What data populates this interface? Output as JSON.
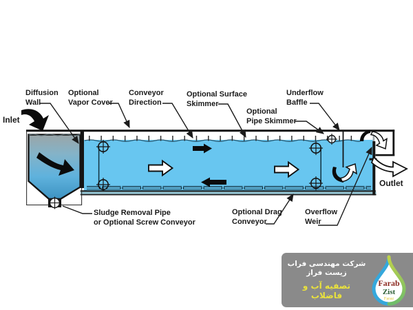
{
  "diagram": {
    "labels": {
      "inlet": "Inlet",
      "diffusion_wall": "Diffusion\nWall",
      "vapor_cover": "Optional\nVapor Cover",
      "conveyor_direction": "Conveyor\nDirection",
      "surface_skimmer": "Optional Surface\nSkimmer",
      "pipe_skimmer": "Optional\nPipe Skimmer",
      "underflow_baffle": "Underflow\nBaffle",
      "sludge_removal": "Sludge Removal Pipe\nor Optional Screw Conveyor",
      "drag_conveyor": "Optional Drag\nConveyor",
      "overflow_weir": "Overflow\nWeir",
      "outlet": "Outlet"
    },
    "colors": {
      "water_blue": "#68c6f0",
      "chamber_top_gray": "#98a4a8",
      "chamber_bottom_blue": "#3e93c2",
      "floor_teal": "#8fc0cf",
      "line_black": "#151515"
    }
  },
  "watermark": {
    "company_line": "شرکت مهندسی فراب زیست فراز",
    "tagline": "تصفیه آب و فاضلاب",
    "bg_color": "#8a8a8a",
    "tagline_color": "#eae23c",
    "logo": {
      "word1": "Farab",
      "word2": "Zist",
      "word3": "Faraz",
      "drop_blue": "#35a8dc",
      "drop_green": "#9dc53c",
      "word1_color": "#8c2a21",
      "word2_color": "#2a5c33",
      "word3_color": "#dfc832"
    }
  }
}
